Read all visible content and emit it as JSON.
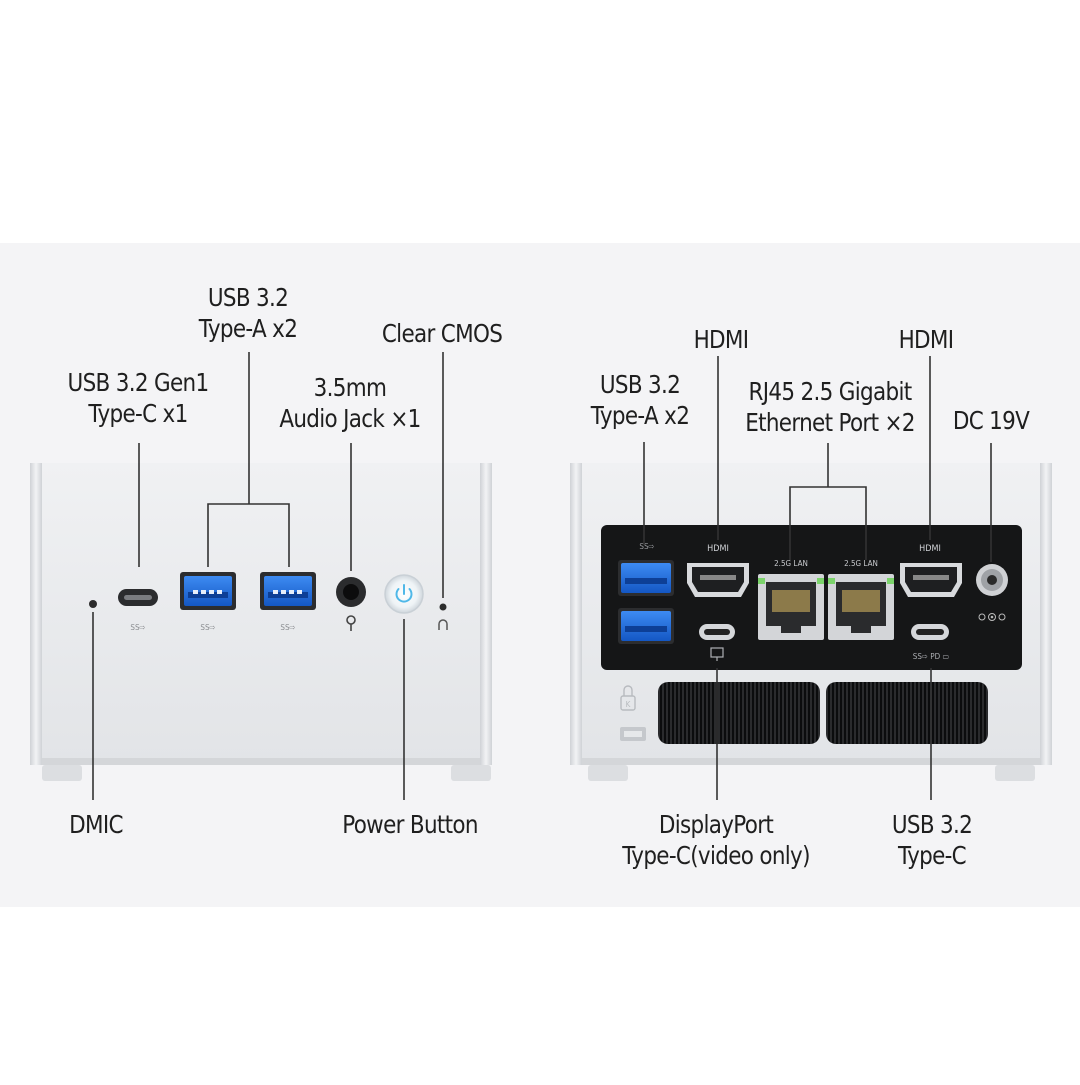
{
  "front": {
    "labels": {
      "usb_c_gen1": "USB 3.2 Gen1\nType-C x1",
      "usb_a": "USB 3.2\nType-A x2",
      "audio": "3.5mm\nAudio Jack ×1",
      "clear_cmos": "Clear CMOS",
      "dmic": "DMIC",
      "power_button": "Power Button"
    },
    "port_marks": {
      "ss_usb": "SS⇨"
    }
  },
  "rear": {
    "labels": {
      "usb_a": "USB 3.2\nType-A x2",
      "hdmi_left": "HDMI",
      "rj45": "RJ45 2.5 Gigabit\nEthernet Port ×2",
      "hdmi_right": "HDMI",
      "dc": "DC 19V",
      "displayport": "DisplayPort\nType-C(video only)",
      "usb_c": "USB 3.2 Type-C"
    },
    "port_marks": {
      "ss_usb": "SS⇨",
      "hdmi": "HDMI",
      "lan": "2.5G LAN",
      "usbc_marks": "SS⇨ PD ▭"
    }
  },
  "colors": {
    "background": "#f4f4f6",
    "chassis": "#e9eaec",
    "usb_blue": "#1f6fe0",
    "io_panel": "#151617",
    "power_glow": "#4fb8e8"
  }
}
